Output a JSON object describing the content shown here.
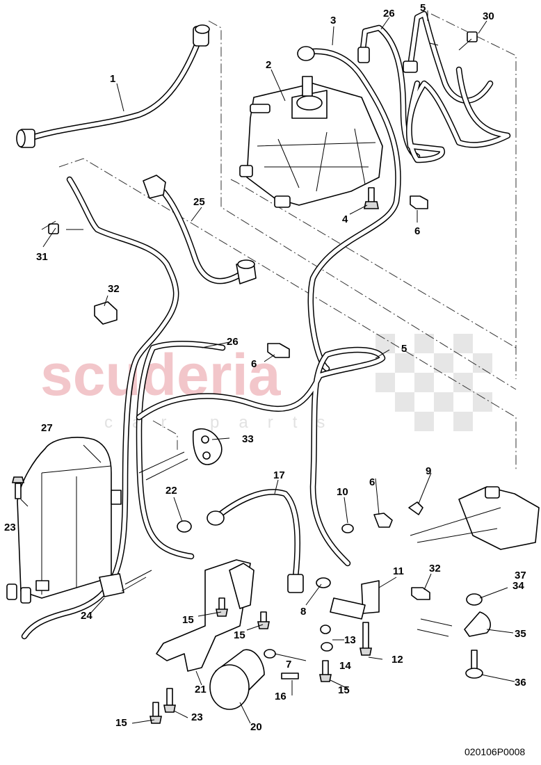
{
  "watermark": {
    "brand": "scuderia",
    "sub": "car parts"
  },
  "diagram_code": "020106P0008",
  "callouts": {
    "c1": "1",
    "c2": "2",
    "c3": "3",
    "c4": "4",
    "c5a": "5",
    "c5b": "5",
    "c6a": "6",
    "c6b": "6",
    "c6c": "6",
    "c7": "7",
    "c8": "8",
    "c9": "9",
    "c10": "10",
    "c11": "11",
    "c12": "12",
    "c13": "13",
    "c14": "14",
    "c15a": "15",
    "c15b": "15",
    "c15c": "15",
    "c15d": "15",
    "c16": "16",
    "c17": "17",
    "c20": "20",
    "c21": "21",
    "c22": "22",
    "c23a": "23",
    "c23b": "23",
    "c24": "24",
    "c25": "25",
    "c26a": "26",
    "c26b": "26",
    "c27": "27",
    "c30": "30",
    "c31": "31",
    "c32a": "32",
    "c32b": "32",
    "c33": "33",
    "c34": "34",
    "c35": "35",
    "c36": "36",
    "c37": "37"
  }
}
